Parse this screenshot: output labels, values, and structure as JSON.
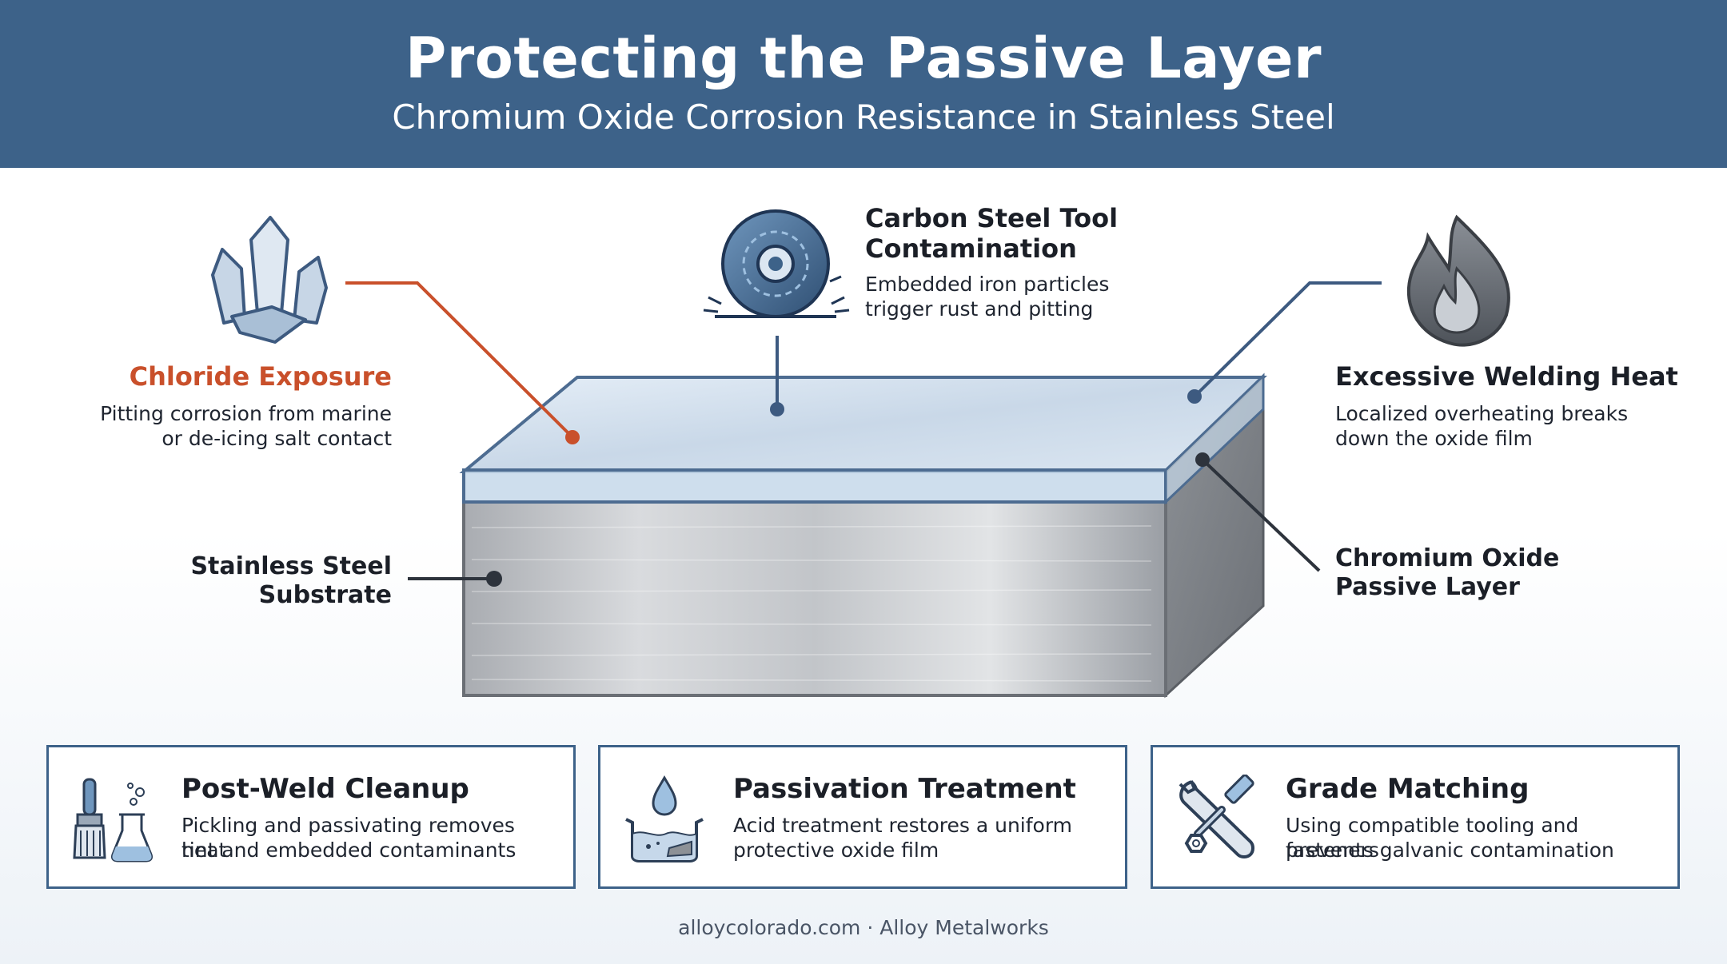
{
  "header": {
    "title": "Protecting the Passive Layer",
    "subtitle": "Chromium Oxide Corrosion Resistance in Stainless Steel"
  },
  "labels": {
    "chloride": {
      "title": "Chloride Exposure",
      "desc_line1": "Pitting corrosion from marine",
      "desc_line2": "or de-icing salt contact",
      "icon": "crystal-icon",
      "color": "#c9502b"
    },
    "carbon": {
      "title_line1": "Carbon Steel Tool",
      "title_line2": "Contamination",
      "desc_line1": "Embedded iron particles",
      "desc_line2": "trigger rust and pitting",
      "icon": "grinding-wheel-icon"
    },
    "welding": {
      "title": "Excessive Welding Heat",
      "desc_line1": "Localized overheating breaks",
      "desc_line2": "down the oxide film",
      "icon": "flame-icon"
    },
    "substrate": {
      "title_line1": "Stainless Steel",
      "title_line2": "Substrate"
    },
    "oxide": {
      "title_line1": "Chromium Oxide",
      "title_line2": "Passive Layer"
    }
  },
  "cards": [
    {
      "title": "Post-Weld Cleanup",
      "desc_line1": "Pickling and passivating removes heat",
      "desc_line2": "tint and embedded contaminants",
      "icon": "brush-flask-icon"
    },
    {
      "title": "Passivation Treatment",
      "desc_line1": "Acid treatment restores a uniform",
      "desc_line2": "protective oxide film",
      "icon": "acid-bath-icon"
    },
    {
      "title": "Grade Matching",
      "desc_line1": "Using compatible tooling and fasteners",
      "desc_line2": "prevents galvanic contamination",
      "icon": "wrench-bolt-icon"
    }
  ],
  "footer": "alloycolorado.com · Alloy Metalworks",
  "colors": {
    "header": "#3d6289",
    "accent_red": "#c9502b",
    "navy": "#3d5a80",
    "dark": "#1b1f27"
  }
}
